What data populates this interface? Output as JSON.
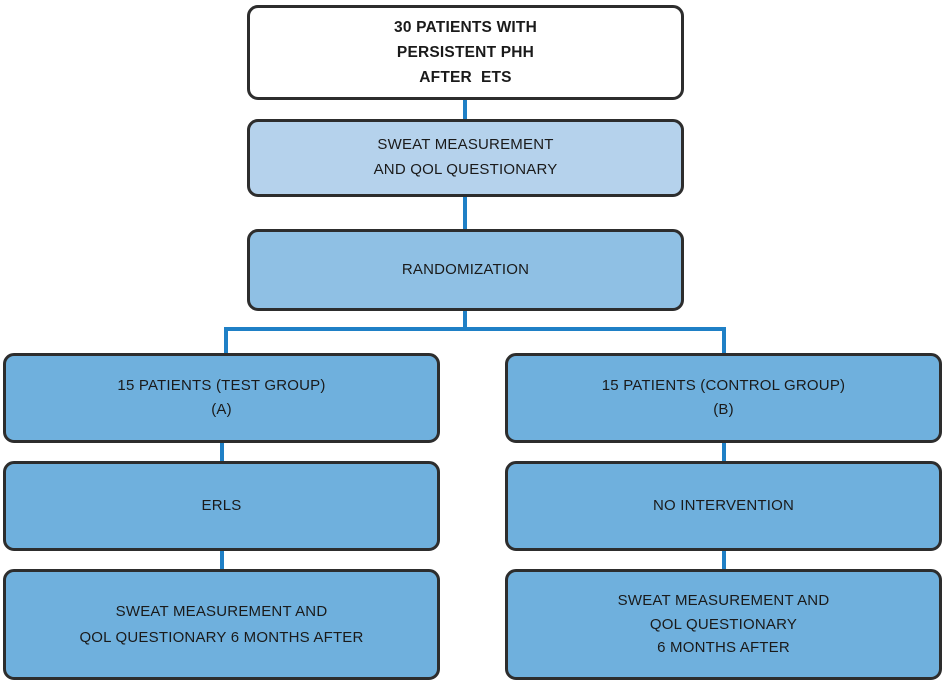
{
  "diagram": {
    "title": "Randomized trial flow diagram",
    "colors": {
      "border": "#2d2d2d",
      "connector": "#1f80c6",
      "root_fill": "#ffffff",
      "level2_fill": "#b5d2ec",
      "level3_fill": "#8fc0e4",
      "branch_fill": "#6fb0dd",
      "text": "#1a1a1a"
    },
    "nodes": {
      "root": {
        "id": "enrollment",
        "lines": [
          "30 PATIENTS WITH",
          "PERSISTENT PHH",
          "AFTER  ETS"
        ]
      },
      "baseline": {
        "id": "baseline-assessment",
        "lines": [
          "SWEAT MEASUREMENT",
          "AND QOL QUESTIONARY"
        ]
      },
      "randomization": {
        "id": "randomization",
        "lines": [
          "RANDOMIZATION"
        ]
      },
      "group_a": {
        "id": "test-group",
        "lines": [
          "15 PATIENTS (TEST GROUP)",
          "(A)"
        ]
      },
      "group_b": {
        "id": "control-group",
        "lines": [
          "15 PATIENTS (CONTROL GROUP)",
          "(B)"
        ]
      },
      "intervention_a": {
        "id": "erls",
        "lines": [
          "ERLS"
        ]
      },
      "intervention_b": {
        "id": "no-intervention",
        "lines": [
          "NO INTERVENTION"
        ]
      },
      "outcome_a": {
        "id": "followup-test-group",
        "lines": [
          "SWEAT MEASUREMENT AND",
          "QOL QUESTIONARY 6 MONTHS AFTER"
        ]
      },
      "outcome_b": {
        "id": "followup-control-group",
        "lines": [
          "SWEAT MEASUREMENT AND",
          "QOL QUESTIONARY",
          "6 MONTHS AFTER"
        ]
      }
    }
  }
}
